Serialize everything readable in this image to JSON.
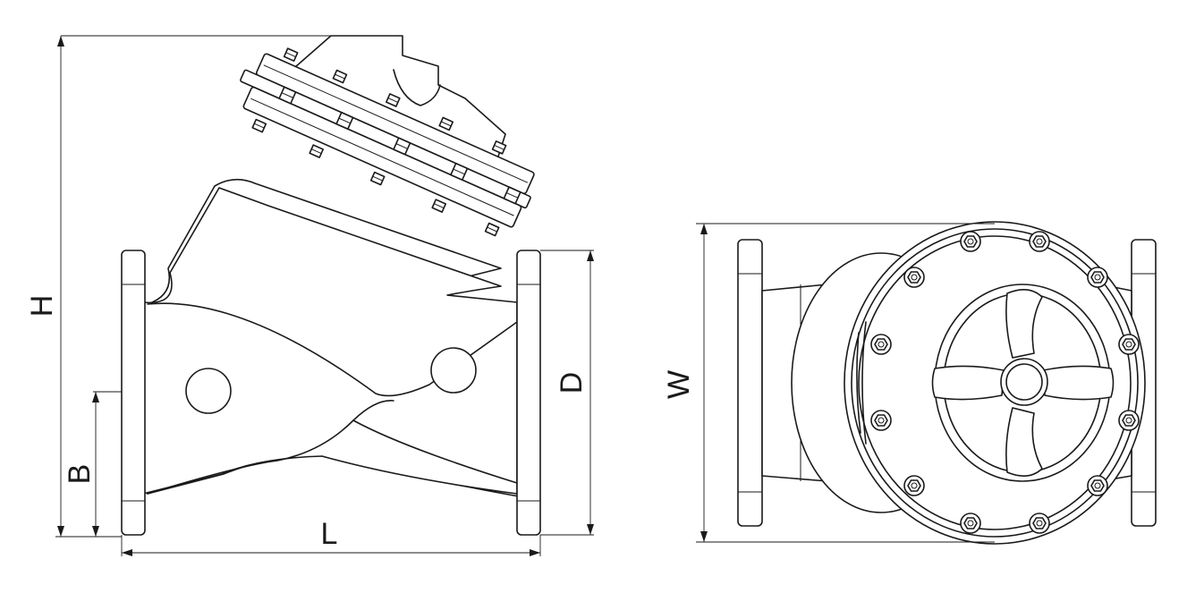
{
  "labels": {
    "height": "H",
    "length": "L",
    "flange_diameter": "D",
    "base_height": "B",
    "width": "W"
  },
  "colors": {
    "stroke": "#1a1a1a",
    "background": "#ffffff"
  }
}
